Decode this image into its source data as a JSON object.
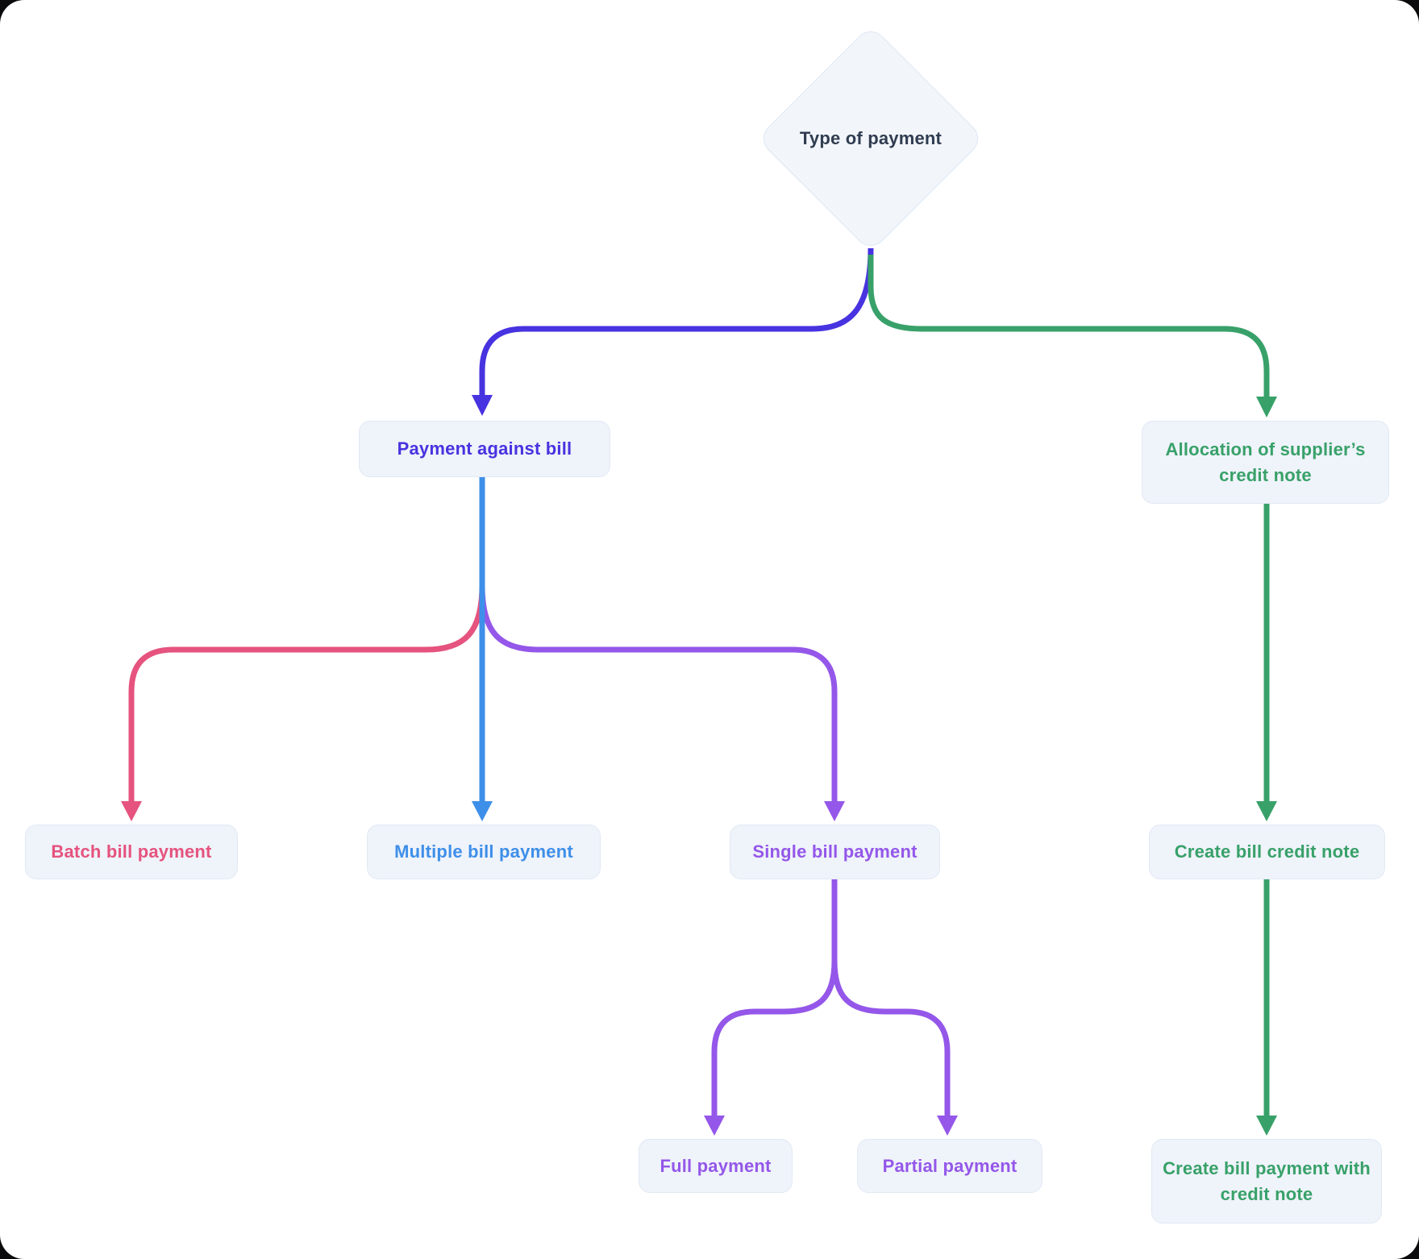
{
  "diagram": {
    "title_node": {
      "label": "Type of payment"
    },
    "nodes": {
      "payment_against_bill": {
        "label": "Payment against bill"
      },
      "allocation_credit_note": {
        "label": "Allocation of supplier’s credit note"
      },
      "batch_bill_payment": {
        "label": "Batch bill payment"
      },
      "multiple_bill_payment": {
        "label": "Multiple bill payment"
      },
      "single_bill_payment": {
        "label": "Single bill payment"
      },
      "create_bill_credit_note": {
        "label": "Create bill credit note"
      },
      "full_payment": {
        "label": "Full payment"
      },
      "partial_payment": {
        "label": "Partial payment"
      },
      "create_bill_payment_with_credit_note": {
        "label": "Create bill payment with credit note"
      }
    },
    "colors": {
      "indigo_branch": "#4733e0",
      "green_branch": "#38a169",
      "pink_branch": "#e5537e",
      "blue_branch": "#3e8fe9",
      "purple_branch": "#9457e9",
      "node_background": "#eff3fa",
      "node_border": "#e2e9f5",
      "diamond_background": "#f2f6fb",
      "title_text": "#303c50",
      "card_background": "#ffffff"
    }
  }
}
